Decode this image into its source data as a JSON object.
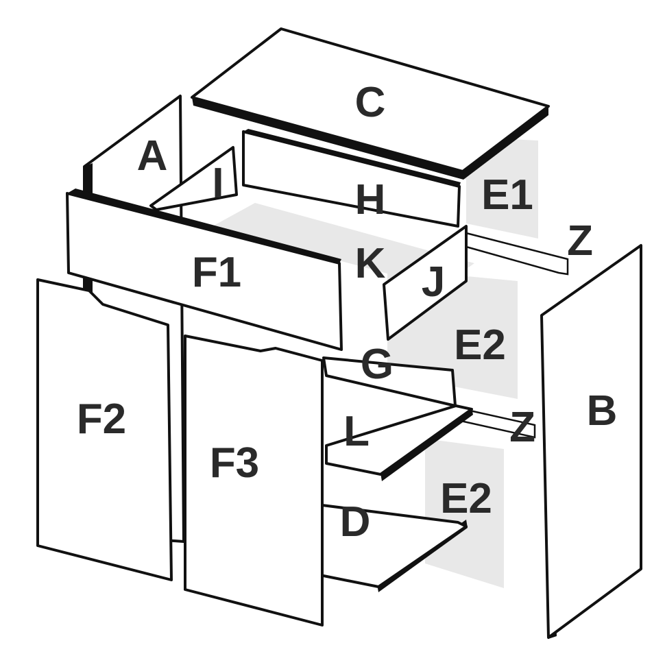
{
  "diagram": {
    "title": "Exploded view of a sideboard cabinet with its parts labelled",
    "labels": {
      "A": "A",
      "B": "B",
      "C": "C",
      "D": "D",
      "E1": "E1",
      "E2_upper": "E2",
      "E2_lower": "E2",
      "F1": "F1",
      "F2": "F2",
      "F3": "F3",
      "G": "G",
      "H": "H",
      "I": "I",
      "J": "J",
      "K": "K",
      "L": "L",
      "Z_upper": "Z",
      "Z_lower": "Z"
    },
    "colors": {
      "outline": "#111111",
      "back_panel": "#e8e8e8",
      "label": "#2a2a2a"
    }
  }
}
